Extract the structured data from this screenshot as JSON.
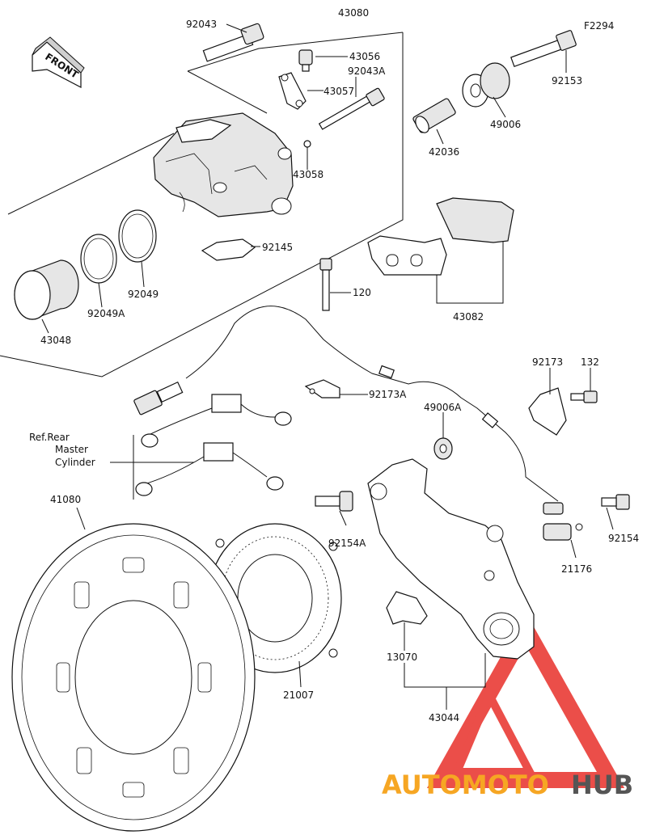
{
  "diagram_code": "F2294",
  "front_label": "FRONT",
  "ref_note": [
    "Ref.Rear",
    "Master",
    "Cylinder"
  ],
  "labels": {
    "p92043": "92043",
    "p43080": "43080",
    "p43056": "43056",
    "p92043A": "92043A",
    "p43057": "43057",
    "p92153": "92153",
    "p49006": "49006",
    "p42036": "42036",
    "p43058": "43058",
    "p92145": "92145",
    "p92049": "92049",
    "p92049A": "92049A",
    "p43048": "43048",
    "p120": "120",
    "p43082": "43082",
    "p92173A": "92173A",
    "p92173": "92173",
    "p132": "132",
    "p49006A": "49006A",
    "p41080": "41080",
    "p92154A": "92154A",
    "p92154": "92154",
    "p21176": "21176",
    "p13070": "13070",
    "p21007": "21007",
    "p43044": "43044"
  },
  "watermark": {
    "part1": "AUTOMOTO",
    "part2": "HUB",
    "color1": "#f6a623",
    "color2": "#555555",
    "logo_color": "#e8302a"
  }
}
